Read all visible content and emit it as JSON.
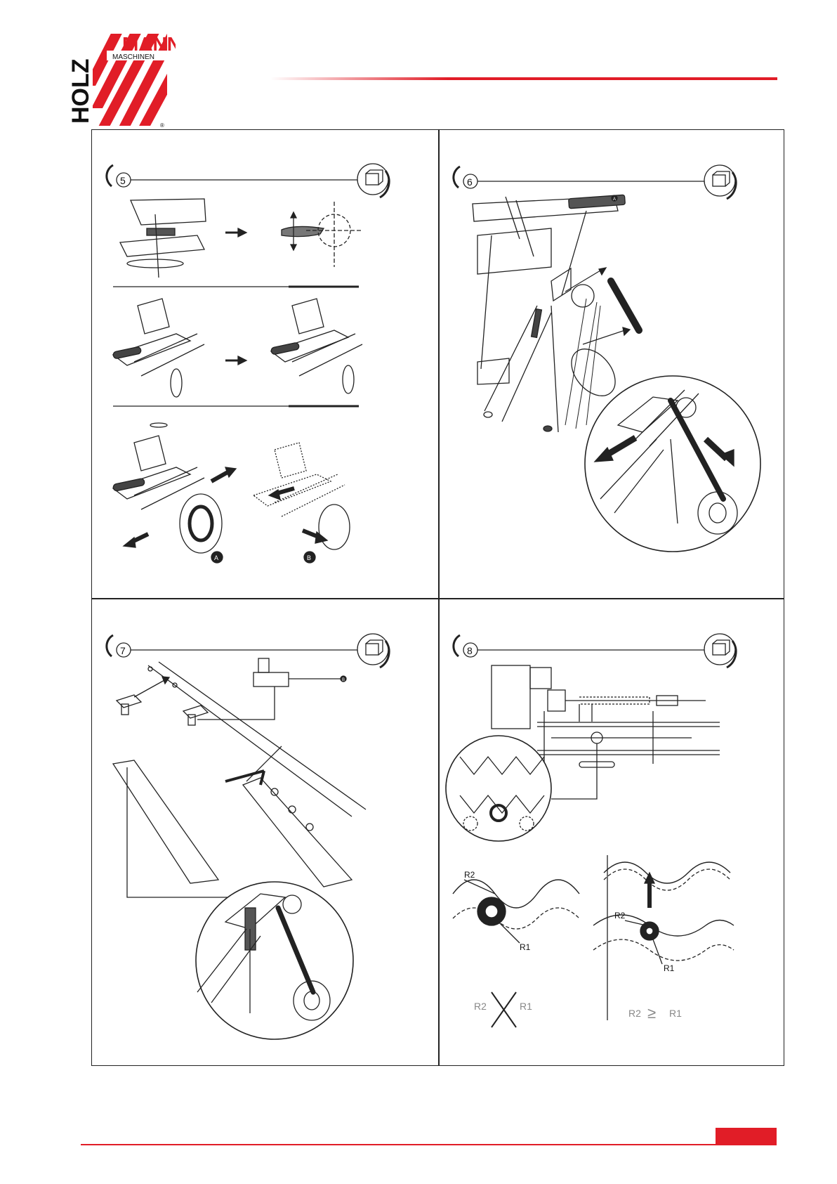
{
  "brand": {
    "name": "HOLZMANN",
    "word_top": "MANN",
    "word_side": "HOLZ",
    "sub": "MASCHINEN",
    "reg": "®",
    "accent": "#e11d27"
  },
  "steps": [
    {
      "number": "5",
      "markers": [
        "A",
        "B"
      ]
    },
    {
      "number": "6",
      "markers": [
        "A"
      ]
    },
    {
      "number": "7",
      "markers": [
        "B"
      ]
    },
    {
      "number": "8",
      "labels": {
        "r2": "R2",
        "r1": "R1",
        "r2_bad": "R2",
        "r1_bad": "R1",
        "r2_good": "R2",
        "r1_good": "R1",
        "cmp_good": "≥"
      }
    }
  ]
}
